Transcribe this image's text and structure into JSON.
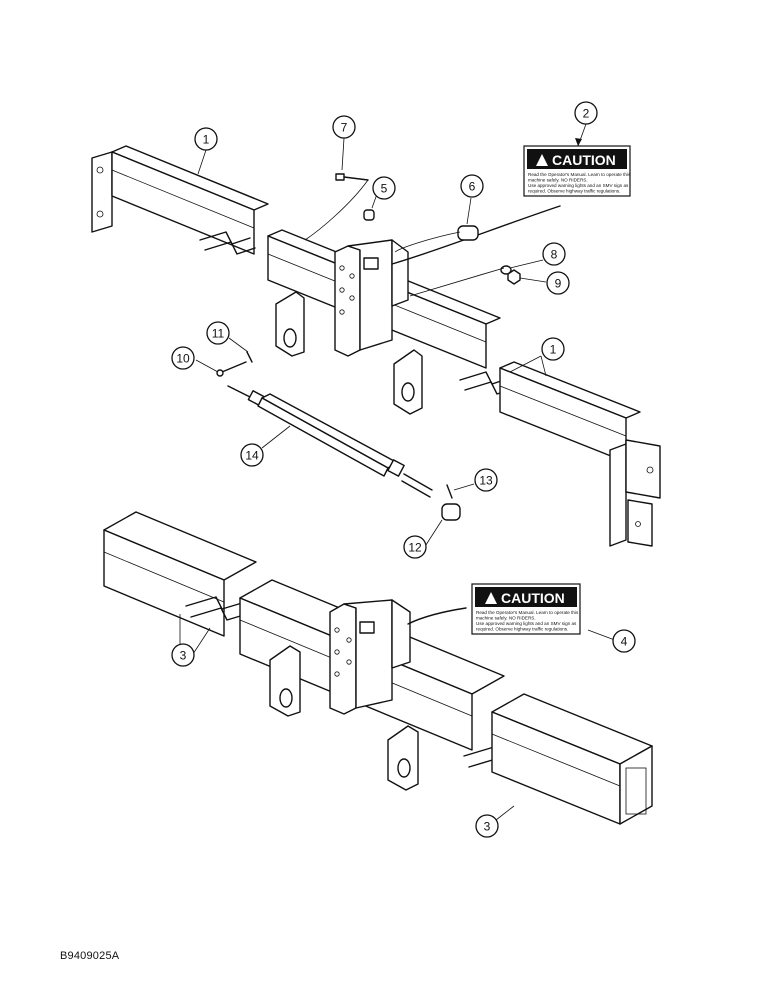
{
  "figure_id": "B9409025A",
  "callouts": [
    "1",
    "2",
    "3",
    "4",
    "5",
    "6",
    "7",
    "8",
    "9",
    "10",
    "11",
    "12",
    "13",
    "14"
  ],
  "decals": {
    "upper": {
      "heading": "CAUTION",
      "line1": "Read the Operator's Manual. Learn to operate this",
      "line2": "machine safely. NO RIDERS.",
      "line3": "Use approved warning lights and an SMV sign as",
      "line4": "required. Observe highway traffic regulations."
    },
    "lower": {
      "heading": "CAUTION",
      "line1": "Read the Operator's Manual. Learn to operate this",
      "line2": "machine safely. NO RIDERS.",
      "line3": "Use approved warning lights and an SMV sign as",
      "line4": "required. Observe highway traffic regulations."
    }
  },
  "colors": {
    "ink": "#111111",
    "paper": "#ffffff"
  },
  "icons": {
    "warning": "warning-triangle-icon"
  }
}
